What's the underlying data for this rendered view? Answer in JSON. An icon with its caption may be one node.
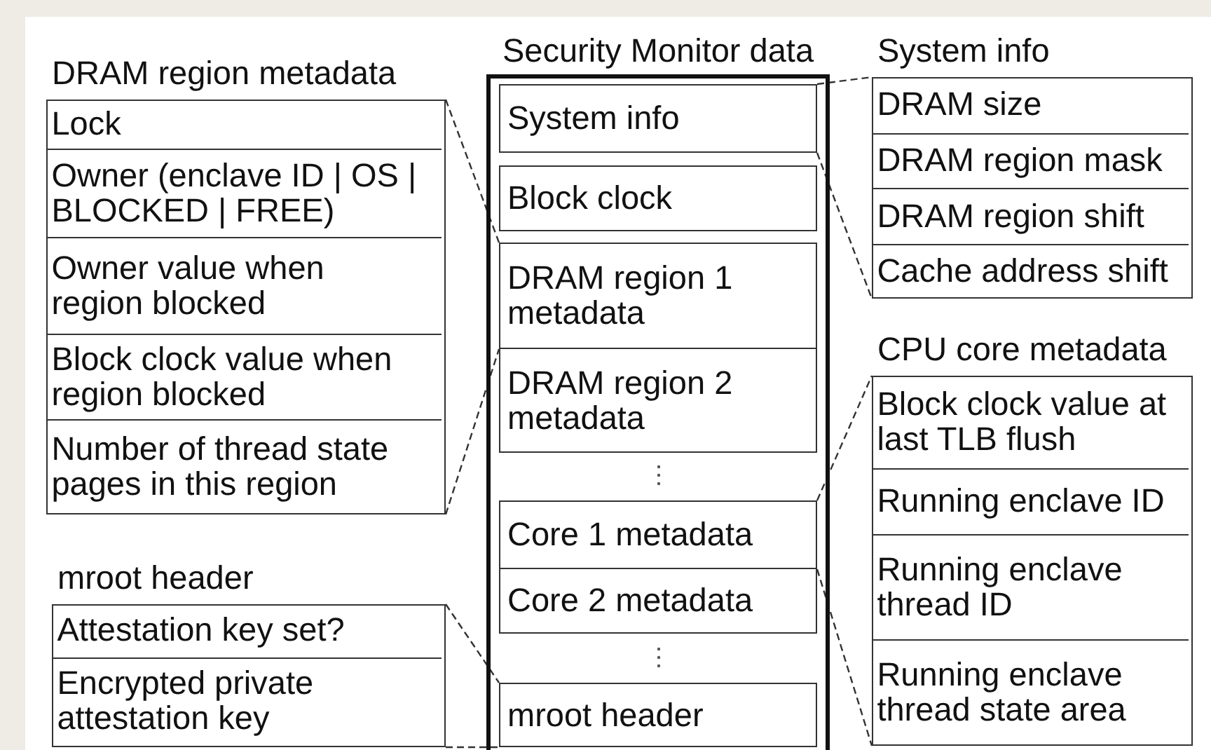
{
  "diagram": {
    "nodes": [
      {
        "text": [
          "DRAM region metadata"
        ]
      },
      {
        "text": [
          "Lock"
        ],
        "in": 0
      },
      {
        "text": [
          "Owner (enclave ID | OS | BLOCKED | FREE)"
        ],
        "in": 0
      },
      {
        "text": [
          "Owner value when region blocked"
        ],
        "in": 0
      },
      {
        "text": [
          "Block clock value when region blocked"
        ],
        "in": 0
      },
      {
        "text": [
          "Number of thread state pages in this region"
        ],
        "in": 0
      },
      {
        "text": [
          "mroot header"
        ]
      },
      {
        "text": [
          "Attestation key set?"
        ],
        "in": 6
      },
      {
        "text": [
          "Encrypted private attestation key"
        ],
        "in": 6
      },
      {
        "text": [
          "Security Monitor data"
        ]
      },
      {
        "text": [
          "System info"
        ],
        "in": 9
      },
      {
        "text": [
          "Block clock"
        ],
        "in": 9
      },
      {
        "text": [
          "DRAM region 1 metadata"
        ],
        "in": 9
      },
      {
        "text": [
          "DRAM region 2 metadata"
        ],
        "in": 9
      },
      {
        "text": [
          "Core 1 metadata"
        ],
        "in": 9
      },
      {
        "text": [
          "Core 2 metadata"
        ],
        "in": 9
      },
      {
        "text": [
          "mroot header"
        ],
        "in": 9
      },
      {
        "text": [
          "System info"
        ]
      },
      {
        "text": [
          "DRAM size"
        ],
        "in": 17
      },
      {
        "text": [
          "DRAM region mask"
        ],
        "in": 17
      },
      {
        "text": [
          "DRAM region shift"
        ],
        "in": 17
      },
      {
        "text": [
          "Cache address shift"
        ],
        "in": 17
      },
      {
        "text": [
          "CPU core metadata"
        ]
      },
      {
        "text": [
          "Block clock value at last TLB flush"
        ],
        "in": 22
      },
      {
        "text": [
          "Running enclave ID"
        ],
        "in": 22
      },
      {
        "text": [
          "Running enclave thread ID"
        ],
        "in": 22
      },
      {
        "text": [
          "Running enclave thread state area"
        ],
        "in": 22
      }
    ],
    "edges": [
      {
        "from": 0,
        "to": 12,
        "arrow": "none",
        "style": "dashed"
      },
      {
        "from": 0,
        "to": 12,
        "arrow": "none",
        "style": "dashed"
      },
      {
        "from": 6,
        "to": 16,
        "arrow": "none",
        "style": "dashed"
      },
      {
        "from": 6,
        "to": 16,
        "arrow": "none",
        "style": "dashed"
      },
      {
        "from": 10,
        "to": 17,
        "arrow": "none",
        "style": "dashed"
      },
      {
        "from": 10,
        "to": 17,
        "arrow": "none",
        "style": "dashed"
      },
      {
        "from": 14,
        "to": 22,
        "arrow": "none",
        "style": "dashed"
      },
      {
        "from": 14,
        "to": 22,
        "arrow": "none",
        "style": "dashed"
      }
    ]
  }
}
